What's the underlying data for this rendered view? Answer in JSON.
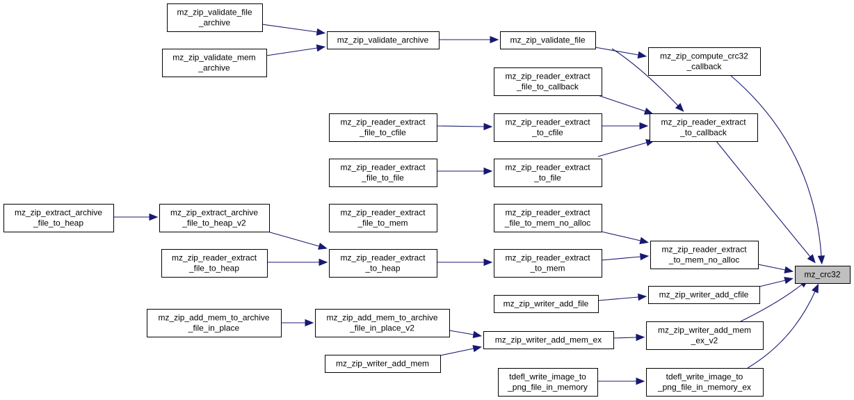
{
  "diagram": {
    "type": "call-graph",
    "nodes": [
      {
        "id": "mz_crc32",
        "lines": [
          "mz_crc32"
        ],
        "target": true
      },
      {
        "id": "compute_crc32_cb",
        "lines": [
          "mz_zip_compute_crc32",
          "_callback"
        ]
      },
      {
        "id": "rx_to_callback",
        "lines": [
          "mz_zip_reader_extract",
          "_to_callback"
        ]
      },
      {
        "id": "rx_to_mem_no_alloc",
        "lines": [
          "mz_zip_reader_extract",
          "_to_mem_no_alloc"
        ]
      },
      {
        "id": "wr_add_cfile",
        "lines": [
          "mz_zip_writer_add_cfile"
        ]
      },
      {
        "id": "wr_add_mem_ex_v2",
        "lines": [
          "mz_zip_writer_add_mem",
          "_ex_v2"
        ]
      },
      {
        "id": "tdefl_png_ex",
        "lines": [
          "tdefl_write_image_to",
          "_png_file_in_memory_ex"
        ]
      },
      {
        "id": "validate_file",
        "lines": [
          "mz_zip_validate_file"
        ]
      },
      {
        "id": "rx_file_to_callback",
        "lines": [
          "mz_zip_reader_extract",
          "_file_to_callback"
        ]
      },
      {
        "id": "rx_to_cfile",
        "lines": [
          "mz_zip_reader_extract",
          "_to_cfile"
        ]
      },
      {
        "id": "rx_to_file",
        "lines": [
          "mz_zip_reader_extract",
          "_to_file"
        ]
      },
      {
        "id": "rx_file_to_mem_no_alloc",
        "lines": [
          "mz_zip_reader_extract",
          "_file_to_mem_no_alloc"
        ]
      },
      {
        "id": "rx_to_mem",
        "lines": [
          "mz_zip_reader_extract",
          "_to_mem"
        ]
      },
      {
        "id": "wr_add_file",
        "lines": [
          "mz_zip_writer_add_file"
        ]
      },
      {
        "id": "wr_add_mem_ex",
        "lines": [
          "mz_zip_writer_add_mem_ex"
        ]
      },
      {
        "id": "tdefl_png",
        "lines": [
          "tdefl_write_image_to",
          "_png_file_in_memory"
        ]
      },
      {
        "id": "validate_archive",
        "lines": [
          "mz_zip_validate_archive"
        ]
      },
      {
        "id": "rx_file_to_cfile",
        "lines": [
          "mz_zip_reader_extract",
          "_file_to_cfile"
        ]
      },
      {
        "id": "rx_file_to_file",
        "lines": [
          "mz_zip_reader_extract",
          "_file_to_file"
        ]
      },
      {
        "id": "rx_file_to_mem",
        "lines": [
          "mz_zip_reader_extract",
          "_file_to_mem"
        ]
      },
      {
        "id": "rx_to_heap",
        "lines": [
          "mz_zip_reader_extract",
          "_to_heap"
        ]
      },
      {
        "id": "add_mem_to_archive_v2",
        "lines": [
          "mz_zip_add_mem_to_archive",
          "_file_in_place_v2"
        ]
      },
      {
        "id": "wr_add_mem",
        "lines": [
          "mz_zip_writer_add_mem"
        ]
      },
      {
        "id": "validate_file_archive",
        "lines": [
          "mz_zip_validate_file",
          "_archive"
        ]
      },
      {
        "id": "validate_mem_archive",
        "lines": [
          "mz_zip_validate_mem",
          "_archive"
        ]
      },
      {
        "id": "extract_archive_heap_v2",
        "lines": [
          "mz_zip_extract_archive",
          "_file_to_heap_v2"
        ]
      },
      {
        "id": "rx_file_to_heap",
        "lines": [
          "mz_zip_reader_extract",
          "_file_to_heap"
        ]
      },
      {
        "id": "add_mem_to_archive",
        "lines": [
          "mz_zip_add_mem_to_archive",
          "_file_in_place"
        ]
      },
      {
        "id": "extract_archive_heap",
        "lines": [
          "mz_zip_extract_archive",
          "_file_to_heap"
        ]
      }
    ],
    "edges": [
      {
        "from": "compute_crc32_cb",
        "to": "mz_crc32"
      },
      {
        "from": "rx_to_callback",
        "to": "mz_crc32"
      },
      {
        "from": "rx_to_mem_no_alloc",
        "to": "mz_crc32"
      },
      {
        "from": "wr_add_cfile",
        "to": "mz_crc32"
      },
      {
        "from": "wr_add_mem_ex_v2",
        "to": "mz_crc32"
      },
      {
        "from": "tdefl_png_ex",
        "to": "mz_crc32"
      },
      {
        "from": "validate_file",
        "to": "compute_crc32_cb"
      },
      {
        "from": "validate_file",
        "to": "rx_to_callback"
      },
      {
        "from": "rx_file_to_callback",
        "to": "rx_to_callback"
      },
      {
        "from": "rx_to_cfile",
        "to": "rx_to_callback"
      },
      {
        "from": "rx_to_file",
        "to": "rx_to_callback"
      },
      {
        "from": "rx_file_to_mem_no_alloc",
        "to": "rx_to_mem_no_alloc"
      },
      {
        "from": "rx_to_mem",
        "to": "rx_to_mem_no_alloc"
      },
      {
        "from": "wr_add_file",
        "to": "wr_add_cfile"
      },
      {
        "from": "wr_add_mem_ex",
        "to": "wr_add_mem_ex_v2"
      },
      {
        "from": "tdefl_png",
        "to": "tdefl_png_ex"
      },
      {
        "from": "validate_archive",
        "to": "validate_file"
      },
      {
        "from": "rx_file_to_cfile",
        "to": "rx_to_cfile"
      },
      {
        "from": "rx_file_to_file",
        "to": "rx_to_file"
      },
      {
        "from": "rx_file_to_mem",
        "to": "rx_file_to_mem_no_alloc"
      },
      {
        "from": "rx_to_heap",
        "to": "rx_to_mem"
      },
      {
        "from": "add_mem_to_archive_v2",
        "to": "wr_add_mem_ex"
      },
      {
        "from": "wr_add_mem",
        "to": "wr_add_mem_ex"
      },
      {
        "from": "validate_file_archive",
        "to": "validate_archive"
      },
      {
        "from": "validate_mem_archive",
        "to": "validate_archive"
      },
      {
        "from": "extract_archive_heap_v2",
        "to": "rx_to_heap"
      },
      {
        "from": "rx_file_to_heap",
        "to": "rx_to_heap"
      },
      {
        "from": "add_mem_to_archive",
        "to": "add_mem_to_archive_v2"
      },
      {
        "from": "extract_archive_heap",
        "to": "extract_archive_heap_v2"
      }
    ]
  },
  "colors": {
    "edge": "#191970",
    "node_border": "#000000",
    "node_fill": "#ffffff",
    "target_fill": "#bfbfbf"
  }
}
